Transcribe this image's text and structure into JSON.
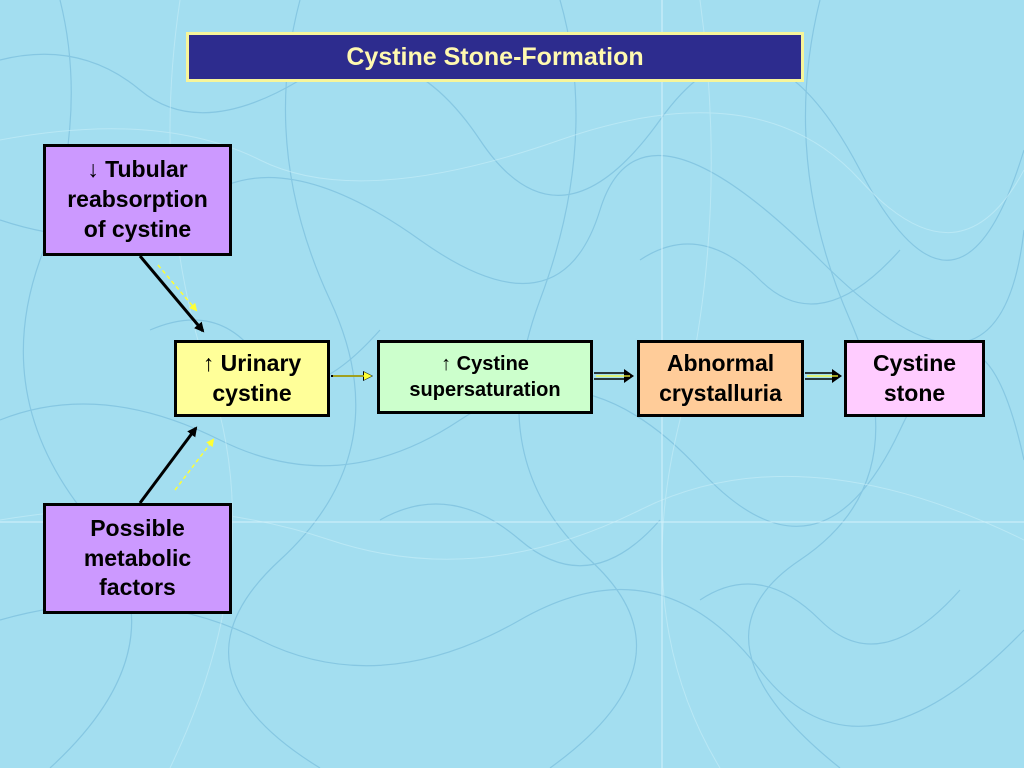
{
  "title": "Cystine Stone-Formation",
  "nodes": {
    "tubular": {
      "symbol": "↓",
      "line1": "Tubular",
      "line2": "reabsorption",
      "line3": "of cystine"
    },
    "metabolic": {
      "line1": "Possible",
      "line2": "metabolic",
      "line3": "factors"
    },
    "urinary": {
      "symbol": "↑",
      "line1": "Urinary",
      "line2": "cystine"
    },
    "supersat": {
      "symbol": "↑",
      "line1": "Cystine",
      "line2": "supersaturation"
    },
    "crystalluria": {
      "line1": "Abnormal",
      "line2": "crystalluria"
    },
    "stone": {
      "line1": "Cystine",
      "line2": "stone"
    }
  },
  "colors": {
    "background": "#9fdcef",
    "title_bg": "#2d2c8e",
    "title_text": "#fff9b0",
    "purple_box": "#cc99ff",
    "yellow_box": "#ffff99",
    "green_box": "#ccffcc",
    "orange_box": "#ffcc99",
    "pink_box": "#ffccff",
    "accent_arrow": "#ffff33"
  }
}
